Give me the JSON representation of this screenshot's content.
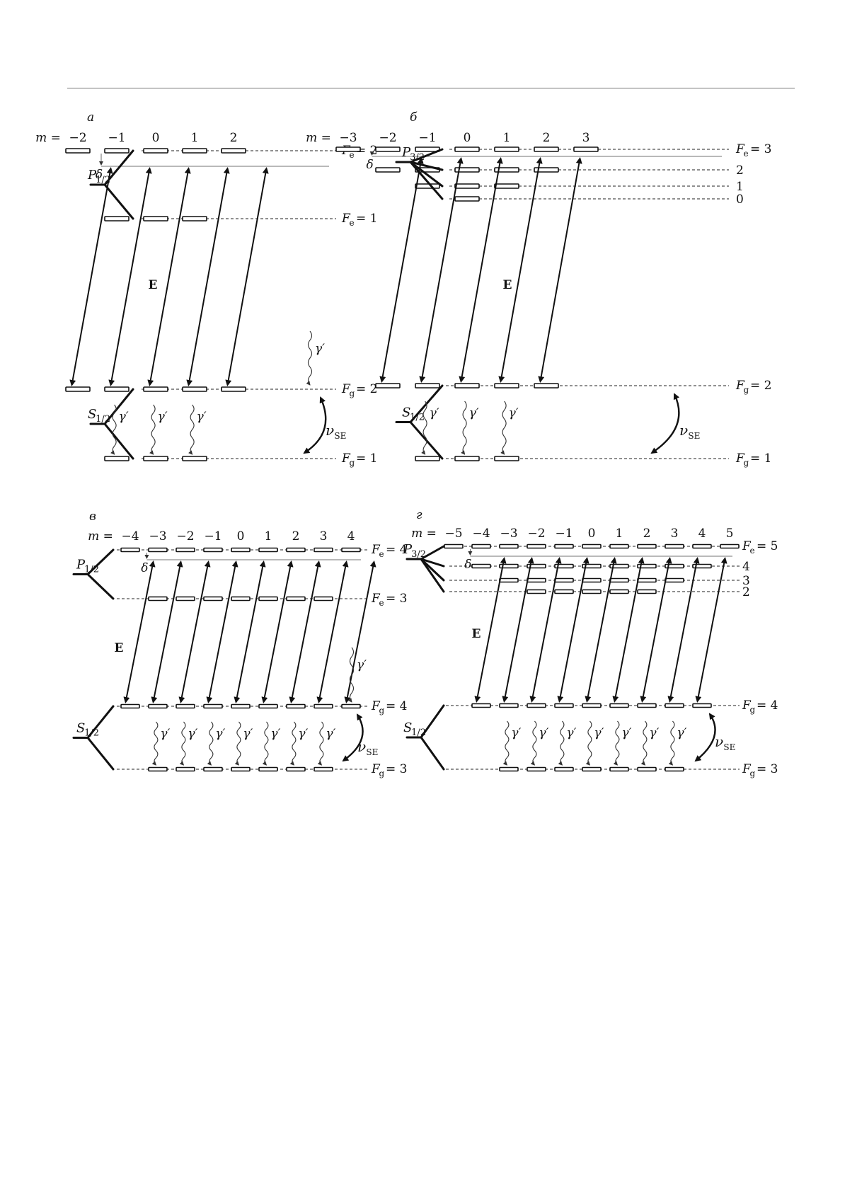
{
  "panels": [
    {
      "letter": "a",
      "m_prefix": "m =",
      "m_values": [
        "−2",
        "−1",
        "0",
        "1",
        "2"
      ],
      "upper_term": "P",
      "upper_sub": "1/2",
      "lower_term": "S",
      "lower_sub": "1/2",
      "excited": [
        {
          "label": "F",
          "sub": "e",
          "eq": "= 2",
          "m_min": -2,
          "m_max": 2
        },
        {
          "label": "F",
          "sub": "e",
          "eq": "= 1",
          "m_min": -1,
          "m_max": 1
        }
      ],
      "ground": [
        {
          "label": "F",
          "sub": "g",
          "eq": "= 2",
          "m_min": -2,
          "m_max": 2
        },
        {
          "label": "F",
          "sub": "g",
          "eq": "= 1",
          "m_min": -1,
          "m_max": 1
        }
      ],
      "detuning": "δ",
      "field": "E",
      "decay": "γ′",
      "spin_exchange": "ν",
      "spin_exchange_sub": "SE",
      "transitions_m": [
        -2,
        -1,
        0,
        1,
        2
      ]
    },
    {
      "letter": "б",
      "m_prefix": "m =",
      "m_values": [
        "−3",
        "−2",
        "−1",
        "0",
        "1",
        "2",
        "3"
      ],
      "upper_term": "P",
      "upper_sub": "3/2",
      "lower_term": "S",
      "lower_sub": "1/2",
      "excited": [
        {
          "label": "F",
          "sub": "e",
          "eq": "= 3",
          "m_min": -3,
          "m_max": 3
        },
        {
          "label": "",
          "sub": "",
          "eq": "2",
          "m_min": -2,
          "m_max": 2
        },
        {
          "label": "",
          "sub": "",
          "eq": "1",
          "m_min": -1,
          "m_max": 1
        },
        {
          "label": "",
          "sub": "",
          "eq": "0",
          "m_min": 0,
          "m_max": 0
        }
      ],
      "ground": [
        {
          "label": "F",
          "sub": "g",
          "eq": "= 2",
          "m_min": -2,
          "m_max": 2
        },
        {
          "label": "F",
          "sub": "g",
          "eq": "= 1",
          "m_min": -1,
          "m_max": 1
        }
      ],
      "detuning": "δ",
      "field": "E",
      "decay": "γ′",
      "spin_exchange": "ν",
      "spin_exchange_sub": "SE",
      "transitions_m": [
        -2,
        -1,
        0,
        1,
        2
      ]
    },
    {
      "letter": "в",
      "m_prefix": "m =",
      "m_values": [
        "−4",
        "−3",
        "−2",
        "−1",
        "0",
        "1",
        "2",
        "3",
        "4"
      ],
      "upper_term": "P",
      "upper_sub": "1/2",
      "lower_term": "S",
      "lower_sub": "1/2",
      "excited": [
        {
          "label": "F",
          "sub": "e",
          "eq": "= 4",
          "m_min": -4,
          "m_max": 4
        },
        {
          "label": "F",
          "sub": "e",
          "eq": "= 3",
          "m_min": -3,
          "m_max": 3
        }
      ],
      "ground": [
        {
          "label": "F",
          "sub": "g",
          "eq": "= 4",
          "m_min": -4,
          "m_max": 4
        },
        {
          "label": "F",
          "sub": "g",
          "eq": "= 3",
          "m_min": -3,
          "m_max": 3
        }
      ],
      "detuning": "δ",
      "field": "E",
      "decay": "γ′",
      "spin_exchange": "ν",
      "spin_exchange_sub": "SE",
      "transitions_m": [
        -4,
        -3,
        -2,
        -1,
        0,
        1,
        2,
        3,
        4
      ]
    },
    {
      "letter": "г",
      "m_prefix": "m =",
      "m_values": [
        "−5",
        "−4",
        "−3",
        "−2",
        "−1",
        "0",
        "1",
        "2",
        "3",
        "4",
        "5"
      ],
      "upper_term": "P",
      "upper_sub": "3/2",
      "lower_term": "S",
      "lower_sub": "1/2",
      "excited": [
        {
          "label": "F",
          "sub": "e",
          "eq": "= 5",
          "m_min": -5,
          "m_max": 5
        },
        {
          "label": "",
          "sub": "",
          "eq": "4",
          "m_min": -4,
          "m_max": 4
        },
        {
          "label": "",
          "sub": "",
          "eq": "3",
          "m_min": -3,
          "m_max": 3
        },
        {
          "label": "",
          "sub": "",
          "eq": "2",
          "m_min": -2,
          "m_max": 2
        }
      ],
      "ground": [
        {
          "label": "F",
          "sub": "g",
          "eq": "= 4",
          "m_min": -4,
          "m_max": 4
        },
        {
          "label": "F",
          "sub": "g",
          "eq": "= 3",
          "m_min": -3,
          "m_max": 3
        }
      ],
      "detuning": "δ",
      "field": "E",
      "decay": "γ′",
      "spin_exchange": "ν",
      "spin_exchange_sub": "SE",
      "transitions_m": [
        -4,
        -3,
        -2,
        -1,
        0,
        1,
        2,
        3,
        4
      ]
    }
  ]
}
